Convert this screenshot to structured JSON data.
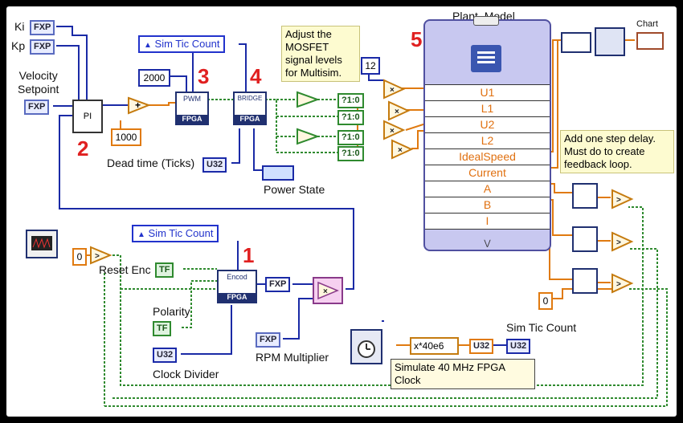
{
  "labels": {
    "ki": "Ki",
    "kp": "Kp",
    "velocity_setpoint": "Velocity\nSetpoint",
    "dead_time": "Dead time (Ticks)",
    "power_state": "Power State",
    "reset_enc": "Reset Enc",
    "polarity": "Polarity",
    "clock_divider": "Clock Divider",
    "rpm_multiplier": "RPM Multiplier",
    "sim_tic_count": "Sim Tic Count",
    "chart": "Chart",
    "plant_model": "Plant_Model"
  },
  "controls": {
    "fxp": "FXP",
    "tf": "TF",
    "u32": "U32",
    "fxp_cast": "?1:0"
  },
  "constants": {
    "c2000": "2000",
    "c1000": "1000",
    "c12": "12",
    "c0a": "0",
    "c0b": "0",
    "multiplier_expr": "x*40e6"
  },
  "refs": {
    "sim_tic_count_1": "Sim Tic Count",
    "sim_tic_count_2": "Sim Tic Count"
  },
  "blocks": {
    "pi": "PI",
    "pwm": "PWM",
    "bridge": "BRIDGE",
    "encoder": "Encod",
    "fpga": "FPGA"
  },
  "steps": [
    "1",
    "2",
    "3",
    "4",
    "5"
  ],
  "notes": {
    "mosfet": "Adjust the\nMOSFET\nsignal levels\nfor Multisim.",
    "step_delay": "Add one step delay.\nMust do to create\nfeedback loop.",
    "clock": "Simulate 40 MHz FPGA Clock"
  },
  "plant_ports": [
    "U1",
    "L1",
    "U2",
    "L2",
    "IdealSpeed",
    "Current",
    "A",
    "B",
    "I"
  ],
  "colors": {
    "wire_fxp": "#1a2aa6",
    "wire_int": "#e07a10",
    "wire_bool": "#2f8a2f",
    "wire_num": "#e07a10",
    "plant_bg": "#c8c8f0",
    "step": "#e02020"
  }
}
